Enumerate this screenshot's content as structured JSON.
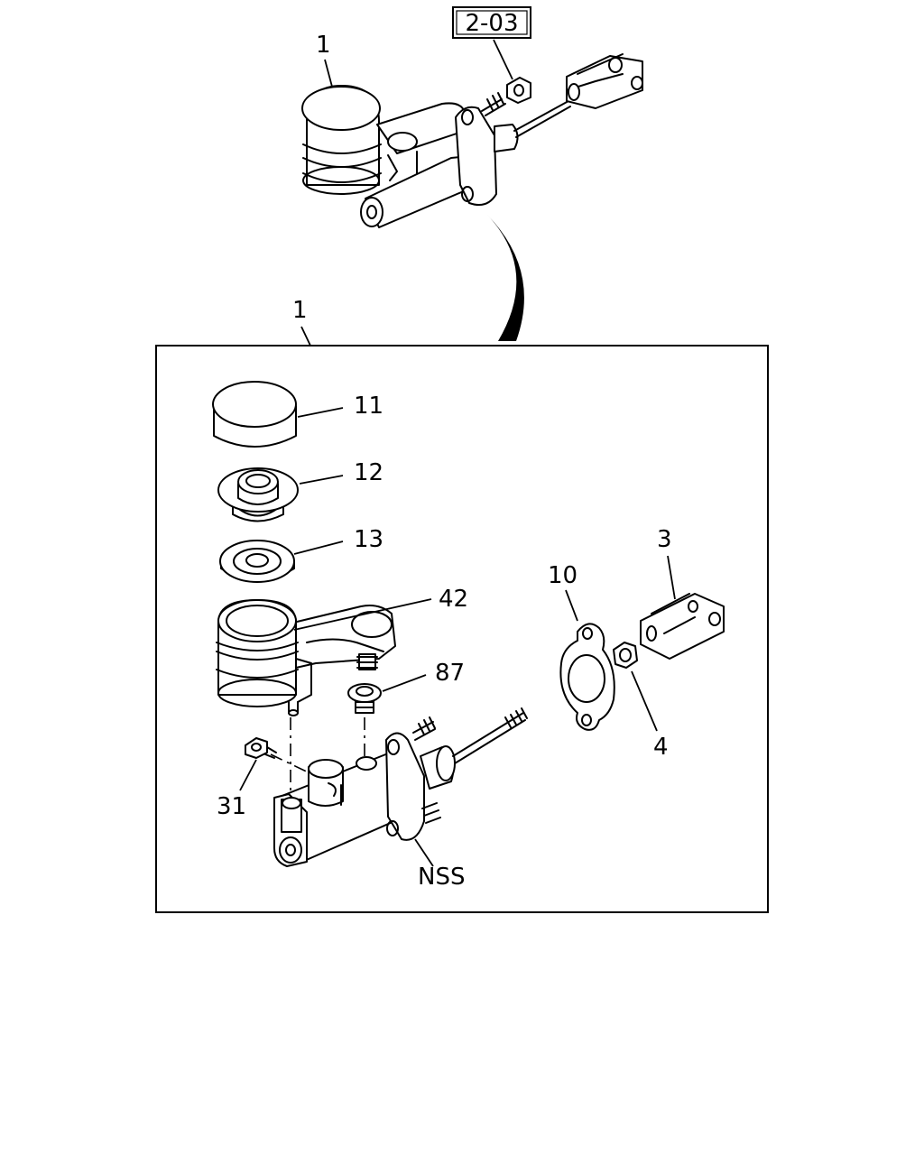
{
  "ref_box": {
    "label": "2-03"
  },
  "callouts": {
    "assembly_top": "1",
    "assembly_box": "1",
    "c11": "11",
    "c12": "12",
    "c13": "13",
    "c42": "42",
    "c87": "87",
    "c10": "10",
    "c3": "3",
    "c4": "4",
    "c31": "31",
    "nss": "NSS"
  }
}
